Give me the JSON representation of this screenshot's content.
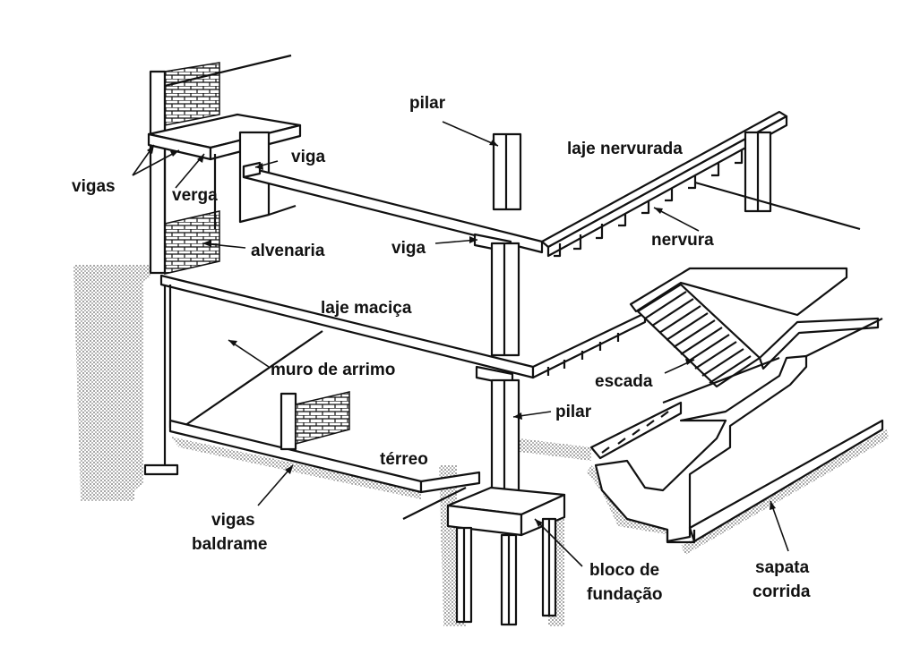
{
  "labels": {
    "pilar_top": "pilar",
    "laje_nervurada": "laje nervurada",
    "viga_top": "viga",
    "vigas": "vigas",
    "verga": "verga",
    "alvenaria": "alvenaria",
    "viga_mid": "viga",
    "nervura": "nervura",
    "laje_macica": "laje maciça",
    "muro_de_arrimo": "muro de arrimo",
    "escada": "escada",
    "pilar_mid": "pilar",
    "terreo": "térreo",
    "vigas_baldrame_1": "vigas",
    "vigas_baldrame_2": "baldrame",
    "bloco_1": "bloco de",
    "bloco_2": "fundação",
    "sapata_1": "sapata",
    "sapata_2": "corrida"
  }
}
